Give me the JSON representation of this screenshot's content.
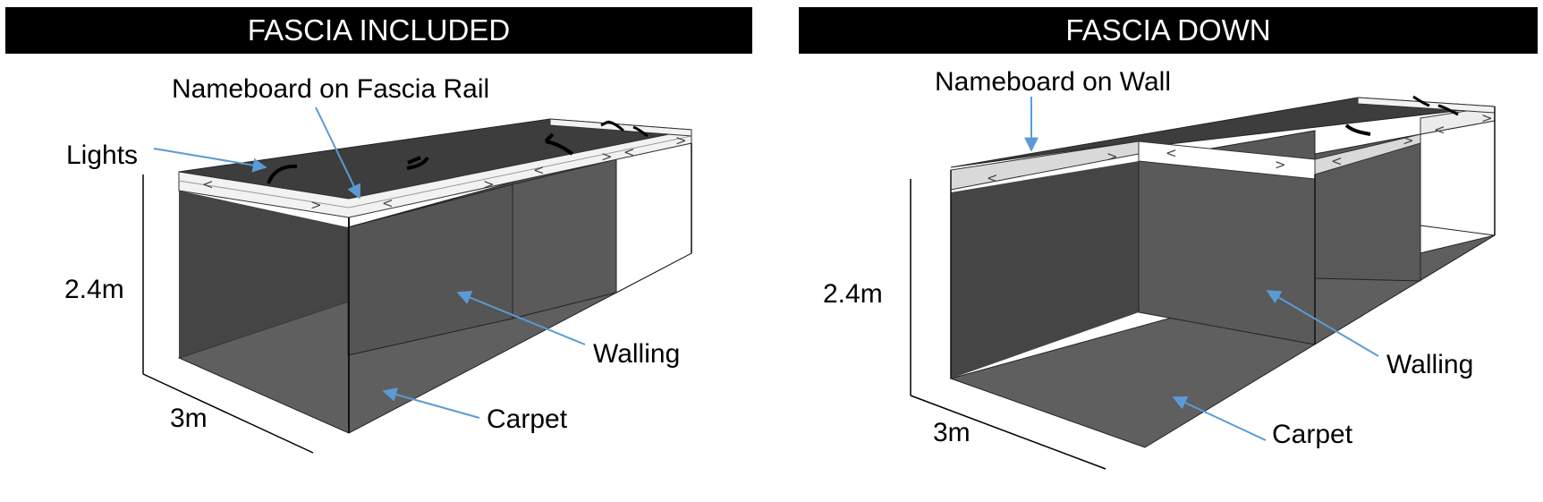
{
  "panels": [
    {
      "title": "FASCIA INCLUDED",
      "labels": {
        "nameboard": "Nameboard on Fascia Rail",
        "lights": "Lights",
        "height": "2.4m",
        "depth": "3m",
        "walling": "Walling",
        "carpet": "Carpet"
      }
    },
    {
      "title": "FASCIA DOWN",
      "labels": {
        "nameboard": "Nameboard on Wall",
        "height": "2.4m",
        "depth": "3m",
        "walling": "Walling",
        "carpet": "Carpet"
      }
    }
  ],
  "colors": {
    "banner": "#000000",
    "banner_text": "#ffffff",
    "arrow": "#5b9bd5",
    "wall_dark": "#454545",
    "wall_mid": "#555555",
    "floor": "#5f5f5f",
    "ceiling": "#3d3d3d",
    "fascia": "#f2f2f2"
  },
  "chevrons": {
    "left": "<",
    "right": ">"
  }
}
